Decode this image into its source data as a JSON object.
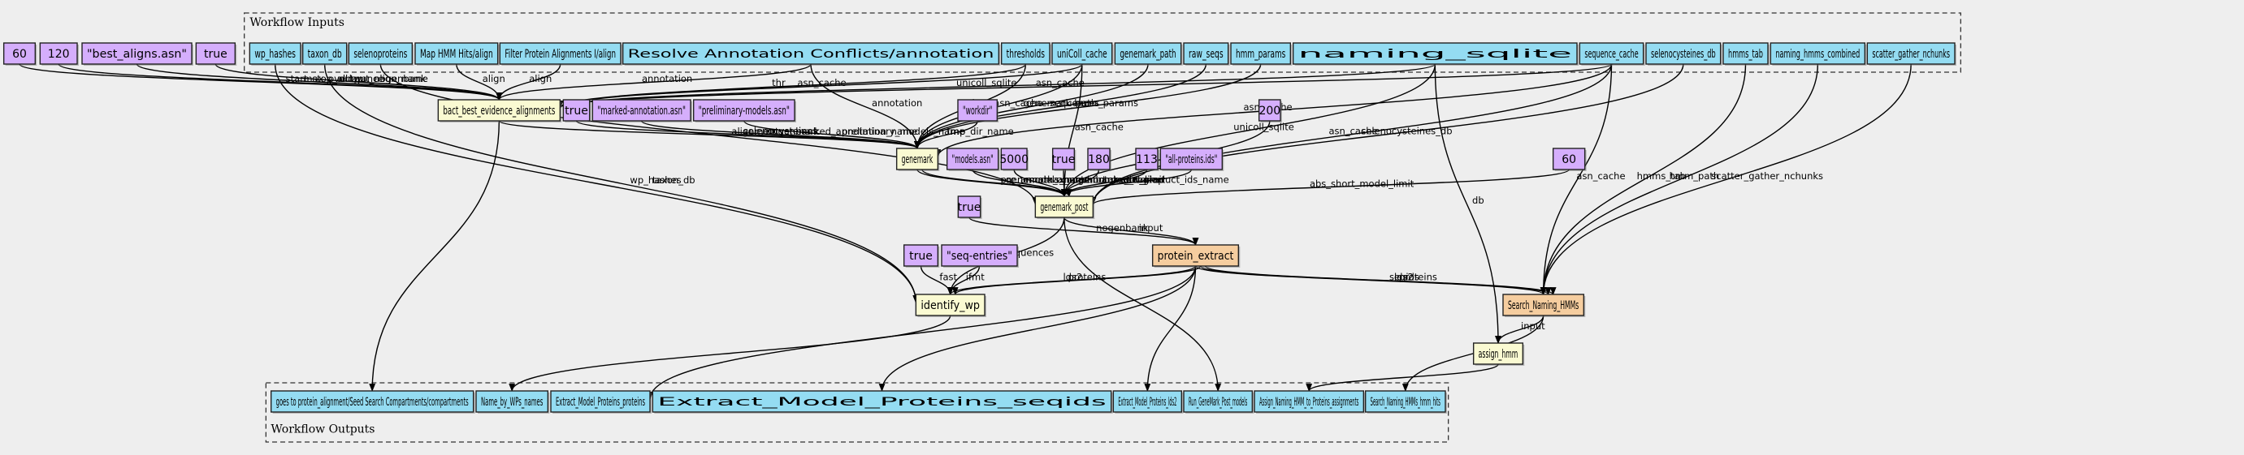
{
  "colors": {
    "background": "#eeeeee",
    "input": "#94dcf2",
    "constant": "#d5aefc",
    "step_tool": "#fafad2",
    "step_subworkflow": "#f5cd9f",
    "output": "#94dcf2",
    "border": "#000000"
  },
  "clusters": {
    "inputs": "Workflow Inputs",
    "outputs": "Workflow Outputs"
  },
  "nodes": [
    {
      "id": "c60a",
      "label": "60",
      "kind": "constant"
    },
    {
      "id": "c120",
      "label": "120",
      "kind": "constant"
    },
    {
      "id": "cbest",
      "label": "\"best_aligns.asn\"",
      "kind": "constant"
    },
    {
      "id": "ctrue1",
      "label": "true",
      "kind": "constant"
    },
    {
      "id": "wp_hashes",
      "label": "wp_hashes",
      "kind": "input"
    },
    {
      "id": "taxon_db",
      "label": "taxon_db",
      "kind": "input"
    },
    {
      "id": "selenoproteins",
      "label": "selenoproteins",
      "kind": "input"
    },
    {
      "id": "maphmm",
      "label": "Map HMM Hits/align",
      "kind": "input"
    },
    {
      "id": "filterprot",
      "label": "Filter Protein Alignments I/align",
      "kind": "input"
    },
    {
      "id": "resolve",
      "label": "Resolve Annotation Conflicts/annotation",
      "kind": "input"
    },
    {
      "id": "thresholds",
      "label": "thresholds",
      "kind": "input"
    },
    {
      "id": "unicoll_cache",
      "label": "uniColl_cache",
      "kind": "input"
    },
    {
      "id": "genemark_path",
      "label": "genemark_path",
      "kind": "input"
    },
    {
      "id": "raw_seqs",
      "label": "raw_seqs",
      "kind": "input"
    },
    {
      "id": "hmm_params",
      "label": "hmm_params",
      "kind": "input"
    },
    {
      "id": "naming_sqlite",
      "label": "naming_sqlite",
      "kind": "input"
    },
    {
      "id": "sequence_cache",
      "label": "sequence_cache",
      "kind": "input"
    },
    {
      "id": "selenocysteines_db",
      "label": "selenocysteines_db",
      "kind": "input"
    },
    {
      "id": "hmms_tab",
      "label": "hmms_tab",
      "kind": "input"
    },
    {
      "id": "naming_hmms_combined",
      "label": "naming_hmms_combined",
      "kind": "input"
    },
    {
      "id": "scatter_gather_nchunks",
      "label": "scatter_gather_nchunks",
      "kind": "input"
    },
    {
      "id": "bact",
      "label": "bact_best_evidence_alignments",
      "kind": "step_tool"
    },
    {
      "id": "ctrue2",
      "label": "true",
      "kind": "constant"
    },
    {
      "id": "cmarked",
      "label": "\"marked-annotation.asn\"",
      "kind": "constant"
    },
    {
      "id": "cprelim",
      "label": "\"preliminary-models.asn\"",
      "kind": "constant"
    },
    {
      "id": "cworkdir",
      "label": "\"workdir\"",
      "kind": "constant"
    },
    {
      "id": "c200",
      "label": "200",
      "kind": "constant"
    },
    {
      "id": "genemark",
      "label": "genemark",
      "kind": "step_tool"
    },
    {
      "id": "cmodels",
      "label": "\"models.asn\"",
      "kind": "constant"
    },
    {
      "id": "c5000",
      "label": "5000",
      "kind": "constant"
    },
    {
      "id": "ctrue3",
      "label": "true",
      "kind": "constant"
    },
    {
      "id": "c180",
      "label": "180",
      "kind": "constant"
    },
    {
      "id": "c113",
      "label": "113",
      "kind": "constant"
    },
    {
      "id": "callprot",
      "label": "\"all-proteins.ids\"",
      "kind": "constant"
    },
    {
      "id": "c60b",
      "label": "60",
      "kind": "constant"
    },
    {
      "id": "genemark_post",
      "label": "genemark_post",
      "kind": "step_tool"
    },
    {
      "id": "ctrue4",
      "label": "true",
      "kind": "constant"
    },
    {
      "id": "protein_extract",
      "label": "protein_extract",
      "kind": "step_subworkflow"
    },
    {
      "id": "ctrue5",
      "label": "true",
      "kind": "constant"
    },
    {
      "id": "cseqent",
      "label": "\"seq-entries\"",
      "kind": "constant"
    },
    {
      "id": "identify_wp",
      "label": "identify_wp",
      "kind": "step_tool"
    },
    {
      "id": "search_hmms",
      "label": "Search_Naming_HMMs",
      "kind": "step_subworkflow"
    },
    {
      "id": "assign_hmm",
      "label": "assign_hmm",
      "kind": "step_tool"
    },
    {
      "id": "o_compart",
      "label": "goes to protein_alignment/Seed Search Compartments/compartments",
      "kind": "output"
    },
    {
      "id": "o_names",
      "label": "Name_by_WPs_names",
      "kind": "output"
    },
    {
      "id": "o_proteins",
      "label": "Extract_Model_Proteins_proteins",
      "kind": "output"
    },
    {
      "id": "o_seqids",
      "label": "Extract_Model_Proteins_seqids",
      "kind": "output"
    },
    {
      "id": "o_lds2",
      "label": "Extract_Model_Proteins_lds2",
      "kind": "output"
    },
    {
      "id": "o_models",
      "label": "Run_GeneMark_Post_models",
      "kind": "output"
    },
    {
      "id": "o_assign",
      "label": "Assign_Naming_HMM_to_Proteins_assignments",
      "kind": "output"
    },
    {
      "id": "o_hits",
      "label": "Search_Naming_HMMs_hmm_hits",
      "kind": "output"
    }
  ],
  "edges": [
    {
      "from": "c60a",
      "to": "bact",
      "label": "start_stop_allowance"
    },
    {
      "from": "c120",
      "to": "bact",
      "label": "max_overlap"
    },
    {
      "from": "cbest",
      "to": "bact",
      "label": "output_align_name"
    },
    {
      "from": "ctrue1",
      "to": "bact",
      "label": "nogenbank"
    },
    {
      "from": "maphmm",
      "to": "bact",
      "label": "align"
    },
    {
      "from": "filterprot",
      "to": "bact",
      "label": "align"
    },
    {
      "from": "resolve",
      "to": "bact",
      "label": "annotation"
    },
    {
      "from": "thresholds",
      "to": "bact",
      "label": "thr"
    },
    {
      "from": "unicoll_cache",
      "to": "bact",
      "label": "asn_cache"
    },
    {
      "from": "naming_sqlite",
      "to": "bact",
      "label": "unicoll_sqlite"
    },
    {
      "from": "sequence_cache",
      "to": "bact",
      "label": "asn_cache"
    },
    {
      "from": "bact",
      "to": "genemark",
      "label": "alignments"
    },
    {
      "from": "ctrue2",
      "to": "genemark",
      "label": "nogenbank"
    },
    {
      "from": "cmarked",
      "to": "genemark",
      "label": "marked_annotation_name"
    },
    {
      "from": "cprelim",
      "to": "genemark",
      "label": "preliminary_models_name"
    },
    {
      "from": "cworkdir",
      "to": "genemark",
      "label": "tmp_dir_name"
    },
    {
      "from": "resolve",
      "to": "genemark",
      "label": "annotation"
    },
    {
      "from": "thresholds",
      "to": "genemark",
      "label": "thr"
    },
    {
      "from": "unicoll_cache",
      "to": "genemark",
      "label": "asn_cache"
    },
    {
      "from": "genemark_path",
      "to": "genemark",
      "label": "genemark_path"
    },
    {
      "from": "raw_seqs",
      "to": "genemark",
      "label": "sequences"
    },
    {
      "from": "hmm_params",
      "to": "genemark",
      "label": "hmm_params"
    },
    {
      "from": "sequence_cache",
      "to": "genemark",
      "label": "asn_cache"
    },
    {
      "from": "selenoproteins",
      "to": "genemark_post",
      "label": "selenocysteines"
    },
    {
      "from": "genemark",
      "to": "genemark_post",
      "label": "pre_annot"
    },
    {
      "from": "genemark",
      "to": "genemark_post",
      "label": "genemark_annot"
    },
    {
      "from": "cmodels",
      "to": "genemark_post",
      "label": "models_name"
    },
    {
      "from": "c5000",
      "to": "genemark_post",
      "label": "max_unannotated_region"
    },
    {
      "from": "ctrue3",
      "to": "genemark_post",
      "label": "nogenbank"
    },
    {
      "from": "c180",
      "to": "genemark_post",
      "label": "short_model_limit"
    },
    {
      "from": "c113",
      "to": "genemark_post",
      "label": "max_overlap"
    },
    {
      "from": "callprot",
      "to": "genemark_post",
      "label": "out_product_ids_name"
    },
    {
      "from": "c60b",
      "to": "genemark_post",
      "label": "abs_short_model_limit"
    },
    {
      "from": "c200",
      "to": "genemark_post",
      "label": "min_seq_len"
    },
    {
      "from": "naming_sqlite",
      "to": "genemark_post",
      "label": "unicoll_sqlite"
    },
    {
      "from": "unicoll_cache",
      "to": "genemark_post",
      "label": "asn_cache"
    },
    {
      "from": "sequence_cache",
      "to": "genemark_post",
      "label": "asn_cache"
    },
    {
      "from": "selenocysteines_db",
      "to": "genemark_post",
      "label": "selenocysteines_db"
    },
    {
      "from": "genemark_post",
      "to": "protein_extract",
      "label": "input"
    },
    {
      "from": "ctrue4",
      "to": "protein_extract",
      "label": "nogenbank"
    },
    {
      "from": "genemark_post",
      "to": "identify_wp",
      "label": "sequences"
    },
    {
      "from": "ctrue5",
      "to": "identify_wp",
      "label": "fast"
    },
    {
      "from": "cseqent",
      "to": "identify_wp",
      "label": "ifmt"
    },
    {
      "from": "protein_extract",
      "to": "identify_wp",
      "label": "lds2"
    },
    {
      "from": "protein_extract",
      "to": "identify_wp",
      "label": "proteins"
    },
    {
      "from": "wp_hashes",
      "to": "identify_wp",
      "label": "wp_hashes"
    },
    {
      "from": "taxon_db",
      "to": "identify_wp",
      "label": "taxon_db"
    },
    {
      "from": "protein_extract",
      "to": "search_hmms",
      "label": "seqids"
    },
    {
      "from": "protein_extract",
      "to": "search_hmms",
      "label": "lds2"
    },
    {
      "from": "protein_extract",
      "to": "search_hmms",
      "label": "proteins"
    },
    {
      "from": "sequence_cache",
      "to": "search_hmms",
      "label": "asn_cache"
    },
    {
      "from": "hmms_tab",
      "to": "search_hmms",
      "label": "hmms_tab"
    },
    {
      "from": "naming_hmms_combined",
      "to": "search_hmms",
      "label": "hmm_path"
    },
    {
      "from": "scatter_gather_nchunks",
      "to": "search_hmms",
      "label": "scatter_gather_nchunks"
    },
    {
      "from": "search_hmms",
      "to": "assign_hmm",
      "label": "input"
    },
    {
      "from": "naming_sqlite",
      "to": "assign_hmm",
      "label": "db"
    },
    {
      "from": "bact",
      "to": "o_compart",
      "label": ""
    },
    {
      "from": "identify_wp",
      "to": "o_names",
      "label": ""
    },
    {
      "from": "protein_extract",
      "to": "o_proteins",
      "label": ""
    },
    {
      "from": "protein_extract",
      "to": "o_seqids",
      "label": ""
    },
    {
      "from": "protein_extract",
      "to": "o_lds2",
      "label": ""
    },
    {
      "from": "genemark_post",
      "to": "o_models",
      "label": ""
    },
    {
      "from": "assign_hmm",
      "to": "o_assign",
      "label": ""
    },
    {
      "from": "search_hmms",
      "to": "o_hits",
      "label": ""
    }
  ]
}
